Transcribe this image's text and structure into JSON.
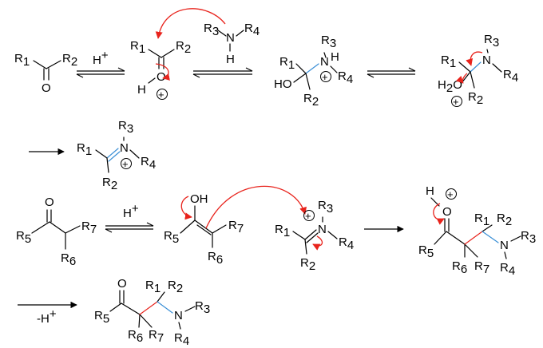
{
  "colors": {
    "arrow": "#e8231c",
    "new_bond_blue": "#3a8fd6",
    "new_bond_red": "#e8231c",
    "ink": "#000000"
  },
  "labels": {
    "R": "R",
    "N": "N",
    "O": "O",
    "H": "H",
    "HO": "HO",
    "OH": "OH",
    "H2O_H": "H",
    "H2O_O": "O",
    "plus": "+",
    "sub1": "1",
    "sub2": "2",
    "sub3": "3",
    "sub4": "4",
    "sub5": "5",
    "sub6": "6",
    "sub7": "7",
    "sub_2": "2"
  },
  "arrows": {
    "hplus_1": "H",
    "hplus_1_sup": "+",
    "hplus_2": "H",
    "hplus_2_sup": "+",
    "minus_hplus": "-H",
    "minus_hplus_sup": "+"
  }
}
